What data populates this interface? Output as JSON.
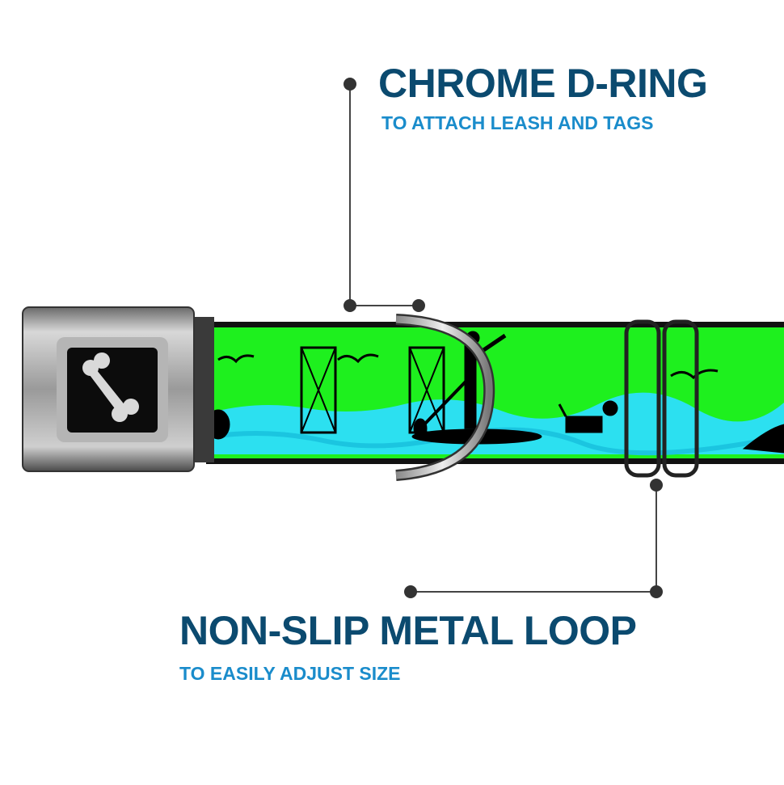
{
  "callouts": [
    {
      "title": "CHROME D-RING",
      "subtitle": "TO ATTACH LEASH AND TAGS"
    },
    {
      "title": "NON-SLIP METAL LOOP",
      "subtitle": "TO EASILY ADJUST SIZE"
    }
  ],
  "colors": {
    "title": "#0b4a6f",
    "subtitle": "#1a8ccb",
    "collar_green": "#1ef01e",
    "collar_water": "#2ce0f0",
    "leader": "#444444"
  }
}
